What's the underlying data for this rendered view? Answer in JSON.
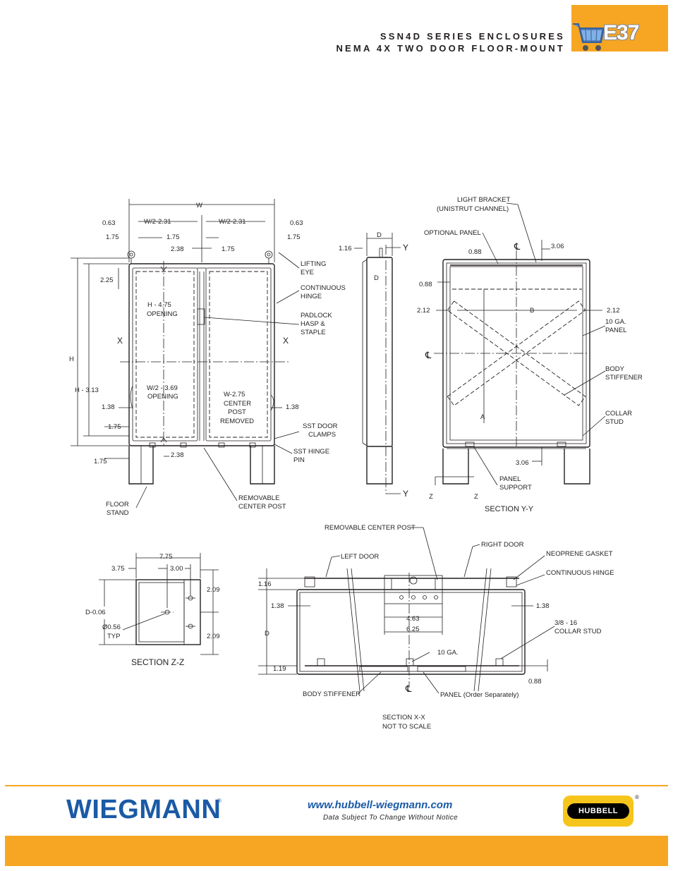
{
  "header": {
    "title_line1": "SSN4D SERIES ENCLOSURES",
    "title_line2": "NEMA 4X TWO DOOR FLOOR-MOUNT",
    "page_tab": "E37",
    "cart_icon": "shopping-cart-icon"
  },
  "front_view": {
    "dims": [
      "W",
      "0.63",
      "W/2-2.31",
      "W/2-2.31",
      "0.63",
      "1.75",
      "1.75",
      "1.75",
      "2.38",
      "1.75",
      "2.25",
      "H",
      "H - 3.13",
      "1.38",
      "1.75",
      "1.75",
      "2.38",
      "1.38"
    ],
    "labels": {
      "opening_h": "H - 4.75",
      "opening_h2": "OPENING",
      "opening_w": "W/2 - 3.69",
      "opening_w2": "OPENING",
      "center1": "W-2.75",
      "center2": "CENTER",
      "center3": "POST",
      "center4": "REMOVED",
      "x_left": "X",
      "x_right": "X"
    },
    "callouts": [
      [
        "LIFTING",
        "EYE"
      ],
      [
        "CONTINUOUS",
        "HINGE"
      ],
      [
        "PADLOCK",
        "HASP &",
        "STAPLE"
      ],
      [
        "SST DOOR",
        "CLAMPS"
      ],
      [
        "SST HINGE",
        "PIN"
      ],
      [
        "REMOVABLE",
        "CENTER POST"
      ],
      [
        "FLOOR",
        "STAND"
      ]
    ]
  },
  "side_view": {
    "dims": [
      "D",
      "1.16",
      "D"
    ],
    "y_top": "Y",
    "y_bottom": "Y"
  },
  "section_yy": {
    "title": "SECTION Y-Y",
    "dims": [
      "0.88",
      "3.06",
      "0.88",
      "2.12",
      "B",
      "2.12",
      "A",
      "3.06"
    ],
    "centerline": "℄",
    "z_left": "Z",
    "z_right": "Z",
    "callouts": [
      [
        "LIGHT BRACKET",
        "(UNISTRUT CHANNEL)"
      ],
      [
        "OPTIONAL PANEL"
      ],
      [
        "10 GA.",
        "PANEL"
      ],
      [
        "BODY",
        "STIFFENER"
      ],
      [
        "COLLAR",
        "STUD"
      ],
      [
        "PANEL",
        "SUPPORT"
      ]
    ]
  },
  "section_zz": {
    "title": "SECTION Z-Z",
    "dims": [
      "7.75",
      "3.75",
      "3.00",
      "2.09",
      "2.09",
      "D-0.06",
      "Ø0.56",
      "TYP"
    ]
  },
  "section_xx": {
    "title1": "SECTION X-X",
    "title2": "NOT TO SCALE",
    "dims": [
      "1.16",
      "1.38",
      "1.38",
      "4.63",
      "6.25",
      "D",
      "1.19",
      "0.88",
      "10 GA."
    ],
    "centerline": "℄",
    "callouts": [
      "REMOVABLE CENTER POST",
      "LEFT DOOR",
      "RIGHT DOOR",
      "NEOPRENE GASKET",
      "CONTINUOUS HINGE",
      "3/8 - 16",
      "COLLAR STUD",
      "BODY STIFFENER",
      "PANEL (Order Separately)"
    ]
  },
  "footer": {
    "brand": "WIEGMANN",
    "reg": "®",
    "url": "www.hubbell-wiegmann.com",
    "note": "Data Subject To Change Without Notice",
    "partner": "HUBBELL",
    "partner_reg": "®"
  },
  "colors": {
    "accent": "#f6a623",
    "brand_blue": "#1a5aa6",
    "hubbell_yellow": "#f6c51b",
    "line": "#231f20"
  }
}
